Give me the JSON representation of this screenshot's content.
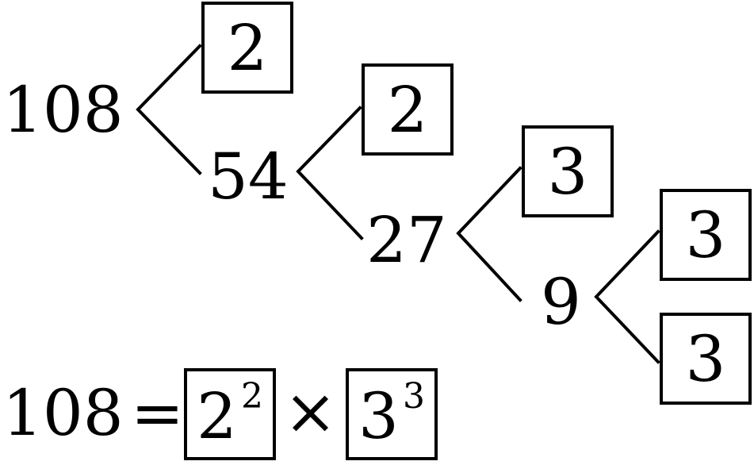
{
  "tree": {
    "root": "108",
    "level1": {
      "prime": "2",
      "quotient": "54"
    },
    "level2": {
      "prime": "2",
      "quotient": "27"
    },
    "level3": {
      "prime": "3",
      "quotient": "9"
    },
    "level4": {
      "prime_top": "3",
      "prime_bottom": "3"
    }
  },
  "result": {
    "lhs": "108",
    "equals": "=",
    "factor1_base": "2",
    "factor1_exp": "2",
    "times": "×",
    "factor2_base": "3",
    "factor2_exp": "3"
  }
}
